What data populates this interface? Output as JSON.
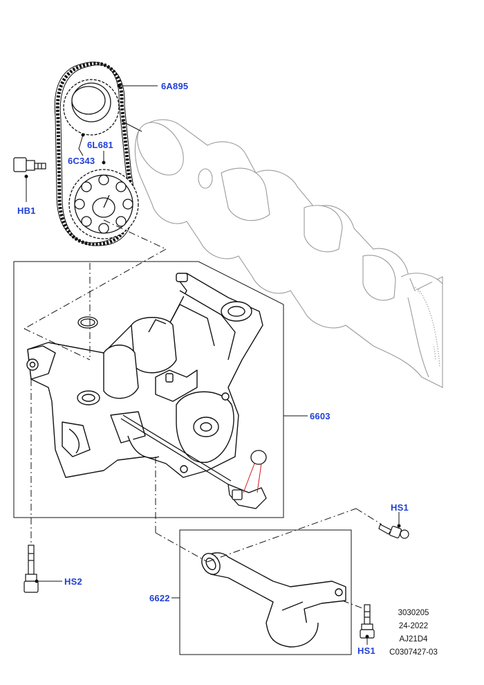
{
  "callout_color": "#1f3fd6",
  "line_color": "#111111",
  "ghost_color": "#9a9a9a",
  "highlight_color": "#d21a1a",
  "callouts": {
    "chain": "6A895",
    "tensioner": "6L681",
    "sprocket": "6C343",
    "bolt_hb1": "HB1",
    "pump": "6603",
    "bolt_hs1_top": "HS1",
    "bolt_hs2": "HS2",
    "pickup": "6622",
    "bolt_hs1_bottom": "HS1"
  },
  "metadata": {
    "code": "3030205",
    "date": "24-2022",
    "engine": "AJ21D4",
    "reference": "C0307427-03"
  }
}
